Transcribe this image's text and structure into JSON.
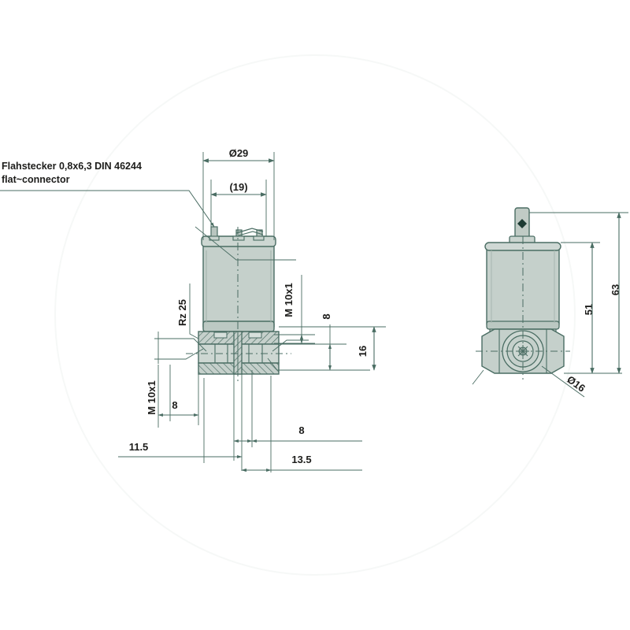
{
  "drawing": {
    "title": "Solenoid valve dimensional drawing",
    "background_color": "#ffffff",
    "line_color": "#4a6d63",
    "body_fill": "#c5d0cb",
    "body_fill_light": "#d4ddd9",
    "body_fill_dark": "#b3c0ba",
    "text_color": "#1d1d1b",
    "watermark_color": "#fafbfa"
  },
  "notes": {
    "connector_line1": "Flahstecker 0,8x6,3 DIN 46244",
    "connector_line2": "flat~connector"
  },
  "front_view": {
    "label": "front-section-view",
    "dimensions": {
      "outer_diameter": "Ø29",
      "coil_width_ref": "(19)",
      "surface_finish": "Rz 25",
      "thread_right": "M 10x1",
      "thread_left": "M 10x1",
      "port_depth_right": "8",
      "port_height": "16",
      "port_offset_left": "8",
      "bottom_offset_8": "8",
      "bottom_offset_115": "11.5",
      "bottom_offset_135": "13.5"
    }
  },
  "side_view": {
    "label": "side-elevation-view",
    "dimensions": {
      "coil_height": "51",
      "total_height": "63",
      "port_diameter": "Ø16"
    }
  }
}
